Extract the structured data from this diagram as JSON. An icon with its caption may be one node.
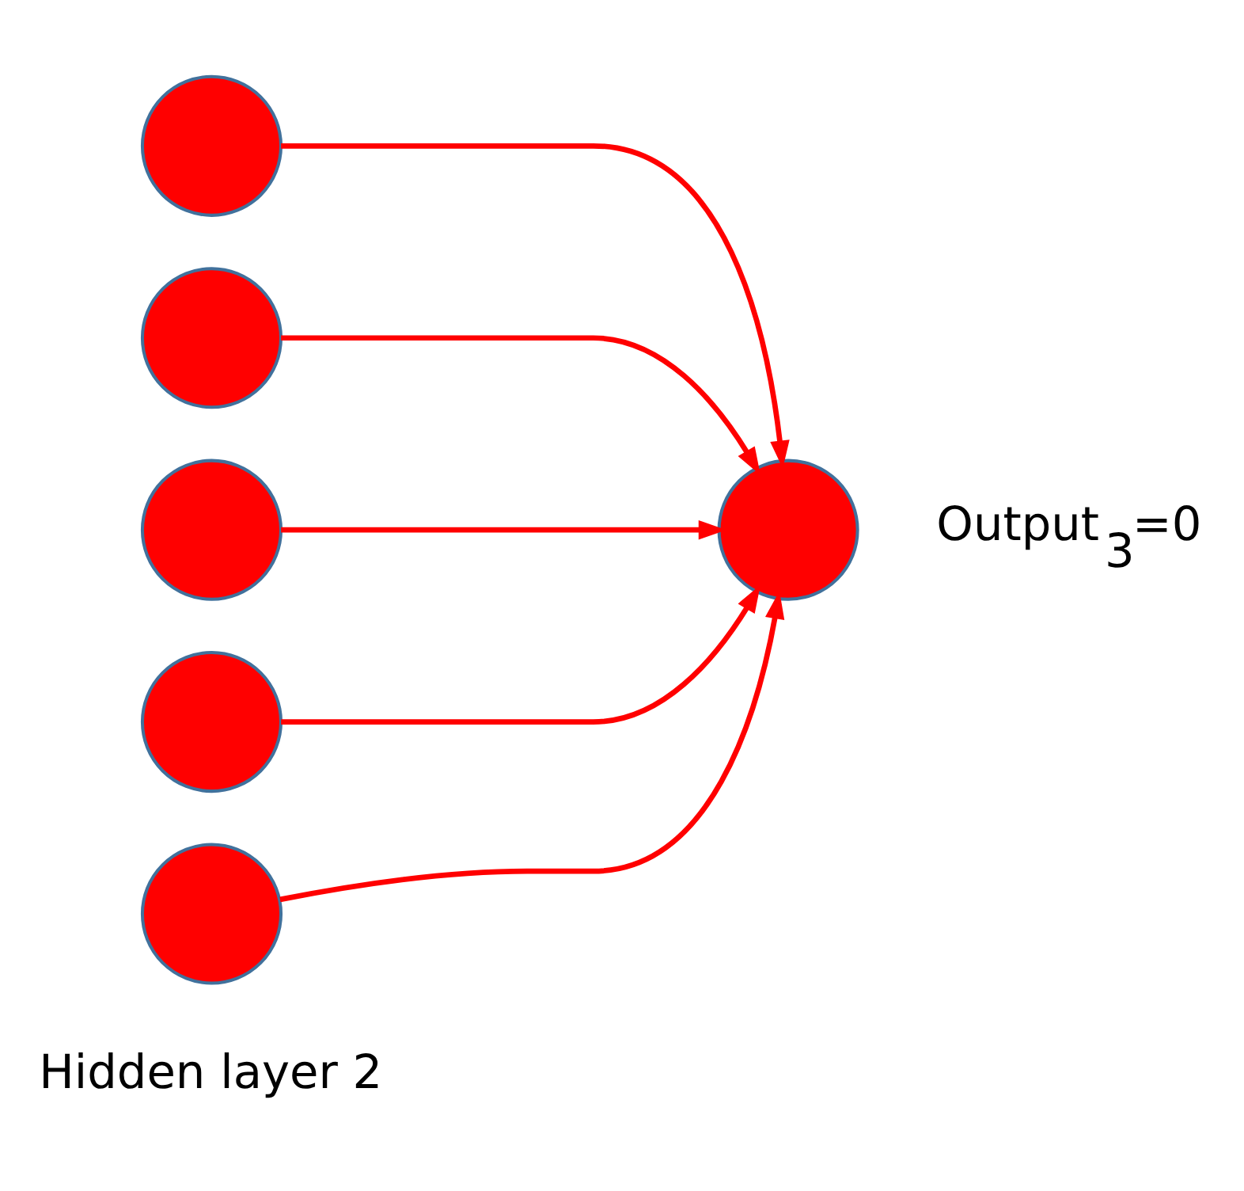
{
  "diagram": {
    "nodes": [
      {
        "text": [],
        "shape": "circle"
      },
      {
        "text": [],
        "shape": "circle"
      },
      {
        "text": [],
        "shape": "circle"
      },
      {
        "text": [],
        "shape": "circle"
      },
      {
        "text": [],
        "shape": "circle"
      },
      {
        "text": [],
        "shape": "circle",
        "beside": [
          "Output$_{3}$=0"
        ]
      }
    ],
    "edges": [
      {
        "from": 0,
        "to": 5,
        "arrow": "to"
      },
      {
        "from": 1,
        "to": 5,
        "arrow": "to"
      },
      {
        "from": 2,
        "to": 5,
        "arrow": "to"
      },
      {
        "from": 3,
        "to": 5,
        "arrow": "to"
      },
      {
        "from": 4,
        "to": 5,
        "arrow": "to"
      }
    ],
    "labels": [
      "Hidden layer 2"
    ]
  }
}
